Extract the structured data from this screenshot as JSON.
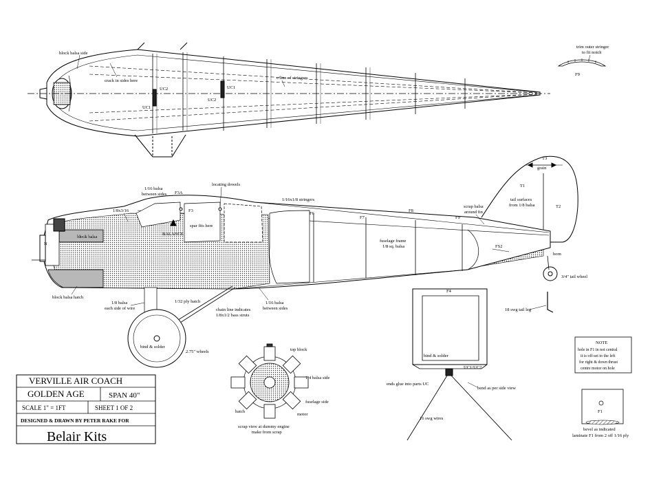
{
  "top_view": {
    "block_balsa_side": "block balsa side",
    "crack_in_sides": "crack in sides here",
    "stringers_cline": "c/line of stringers",
    "uc1_a": "UC1",
    "uc2_a": "UC2",
    "uc1_b": "UC1",
    "uc2_b": "UC2"
  },
  "f9_detail": {
    "note_line1": "trim outer stringer",
    "note_line2": "to fit notch",
    "label": "F9"
  },
  "side_view": {
    "t3": "T3",
    "grain": "grain",
    "t1": "T1",
    "tail_surfaces_1": "tail surfaces",
    "tail_surfaces_2": "from 1/8 balsa",
    "t2": "T2",
    "scrap_balsa_1": "scrap balsa",
    "scrap_balsa_2": "around fin",
    "f9": "F9",
    "f8": "F8",
    "f7": "F7",
    "f6": "F6",
    "fs2": "FS2",
    "horn": "horn",
    "tail_wheel": "3/4\" tail wheel",
    "tail_leg": "18 swg tail leg",
    "stringers": "1/16x1/8 stringers",
    "locating_dowels": "locating dowels",
    "balsa_between_1": "1/16 balsa",
    "balsa_between_2": "between sides",
    "f3a": "F3A",
    "f3": "F3",
    "spar_fits": "spar fits here",
    "balance": "BALANCE",
    "strut_18": "1/8x3/16",
    "n_label": "N",
    "block_balsa": "block balsa",
    "block_hatch": "block balsa hatch",
    "frame_1": "fuselage frame",
    "frame_2": "1/8 sq. balsa",
    "each_side_1": "1/8 balsa",
    "each_side_2": "each side of wire",
    "ply_hatch": "1/32 ply hatch",
    "chain_1": "chain line indicates",
    "chain_2": "1/8x1/2 bass struts",
    "bottom_balsa_1": "1/16 balsa",
    "bottom_balsa_2": "between sides",
    "bind_solder": "bind & solder",
    "wheels": "2.75\" wheels"
  },
  "f4_detail": {
    "label": "F4",
    "bind_solder": "bind & solder",
    "ucs": "UC1/UC2",
    "ends_glue": "ends glue into parts UC",
    "bend": "bend as per side view",
    "wires": "16 swg wires"
  },
  "engine_detail": {
    "top_block": "top block",
    "balsa_side": "1/4 balsa side",
    "fuselage_side": "fuselage side",
    "motor": "motor",
    "hatch": "hatch",
    "scrap_1": "scrap view at dummy engine",
    "scrap_2": "make from scrap"
  },
  "note_box": {
    "title": "NOTE",
    "line1": "hole in F1 in not central",
    "line2": "it is off-set to the left",
    "line3": "for right & down thrust",
    "line4": "centre motor on hole"
  },
  "f1_detail": {
    "label": "F1",
    "bevel": "bevel as indicated",
    "laminate": "laminate F1 from 2 off 1/16 ply"
  },
  "title_block": {
    "title": "VERVILLE AIR COACH",
    "series": "GOLDEN AGE",
    "span": "SPAN 40\"",
    "scale": "SCALE 1\" = 1FT",
    "sheet": "SHEET 1 OF 2",
    "designer": "DESIGNED & DRAWN BY PETER RAKE FOR",
    "company": "Belair Kits"
  }
}
